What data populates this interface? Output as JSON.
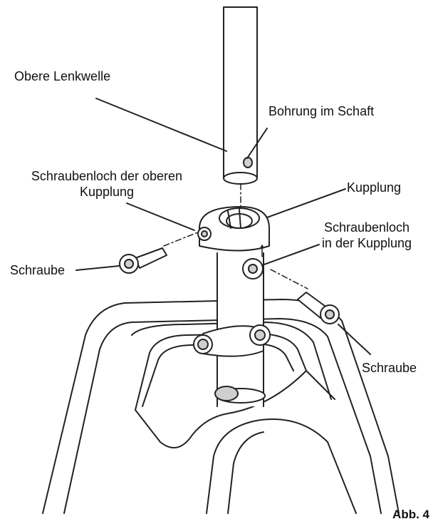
{
  "labels": {
    "upper_shaft": "Obere Lenkwelle",
    "bore": "Bohrung im Schaft",
    "upper_hole_line1": "Schraubenloch der oberen",
    "upper_hole_line2": "Kupplung",
    "coupling": "Kupplung",
    "coupling_hole_line1": "Schraubenloch",
    "coupling_hole_line2": "in der Kupplung",
    "screw_left": "Schraube",
    "screw_right": "Schraube"
  },
  "caption": "Abb. 4",
  "colors": {
    "line": "#222222",
    "fill": "#ffffff",
    "shade": "#cfcfcf",
    "text": "#111111"
  }
}
